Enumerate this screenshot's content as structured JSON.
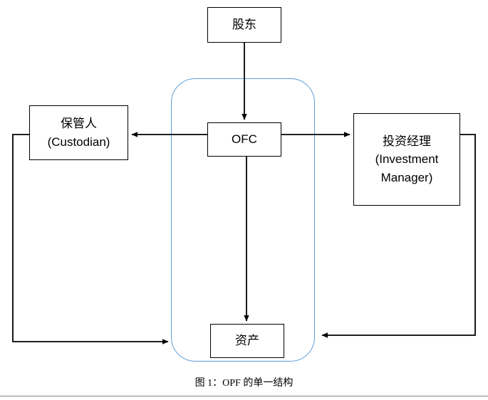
{
  "diagram": {
    "title": "OPF single structure diagram",
    "caption": "图 1：OPF 的单一结构",
    "accent_color": "#5B9BD5",
    "line_color": "#000000",
    "nodes": {
      "shareholder": {
        "label": "股东"
      },
      "ofc": {
        "label": "OFC"
      },
      "assets": {
        "label": "资产"
      },
      "custodian": {
        "label_cn": "保管人",
        "label_en": "(Custodian)"
      },
      "manager": {
        "label_cn": "投资经理",
        "label_en_1": "(Investment",
        "label_en_2": "Manager)"
      }
    },
    "connectors": [
      {
        "name": "shareholder-to-ofc",
        "from": "shareholder",
        "to": "ofc"
      },
      {
        "name": "ofc-to-custodian",
        "from": "ofc",
        "to": "custodian"
      },
      {
        "name": "ofc-to-manager",
        "from": "ofc",
        "to": "manager"
      },
      {
        "name": "ofc-to-assets",
        "from": "ofc",
        "to": "assets"
      },
      {
        "name": "custodian-to-assets",
        "from": "custodian",
        "to": "assets"
      },
      {
        "name": "manager-to-assets",
        "from": "manager",
        "to": "assets"
      }
    ]
  }
}
